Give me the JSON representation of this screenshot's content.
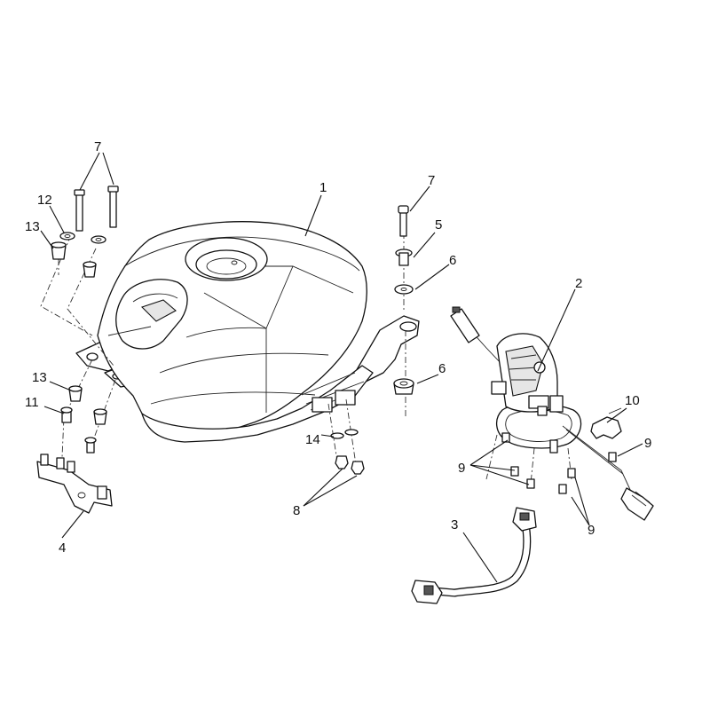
{
  "callouts": {
    "c1": "1",
    "c2": "2",
    "c3": "3",
    "c4": "4",
    "c5": "5",
    "c6a": "6",
    "c6b": "6",
    "c7a": "7",
    "c7b": "7",
    "c8": "8",
    "c9a": "9",
    "c9b": "9",
    "c9c": "9",
    "c10": "10",
    "c11": "11",
    "c12": "12",
    "c13a": "13",
    "c13b": "13",
    "c14": "14"
  }
}
